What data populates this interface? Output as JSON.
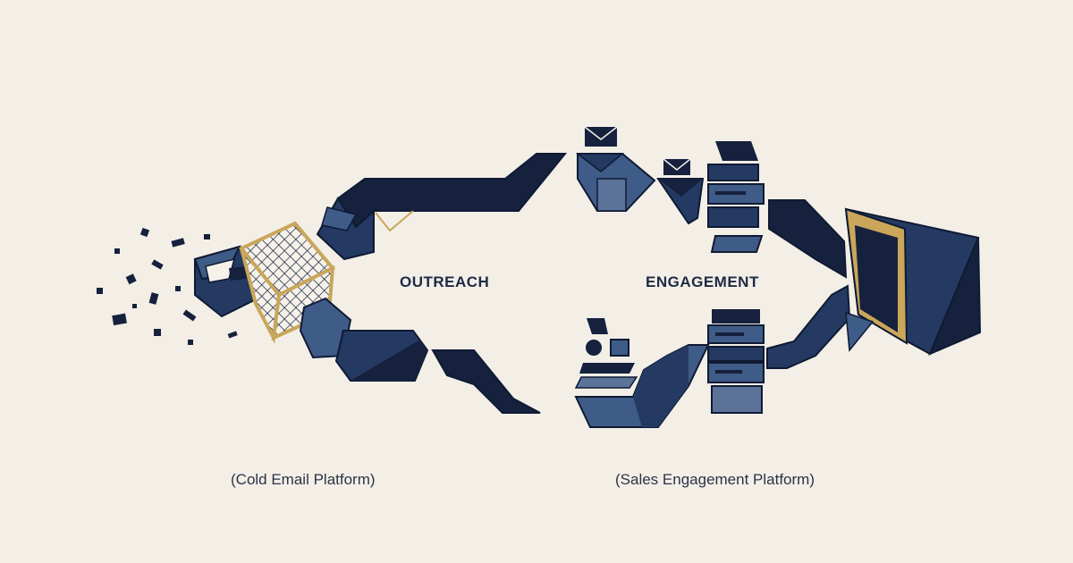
{
  "labels": {
    "outreach": "OUTREACH",
    "engagement": "ENGAGEMENT",
    "outreach_sub": "(Cold Email Platform)",
    "engagement_sub": "(Sales Engagement Platform)"
  },
  "colors": {
    "background": "#f3efe7",
    "navy": "#15213d",
    "navy_mid": "#243a63",
    "slate": "#3f5b87",
    "slate_light": "#5b7399",
    "gold": "#c9a659",
    "ink": "#0f1a33"
  }
}
